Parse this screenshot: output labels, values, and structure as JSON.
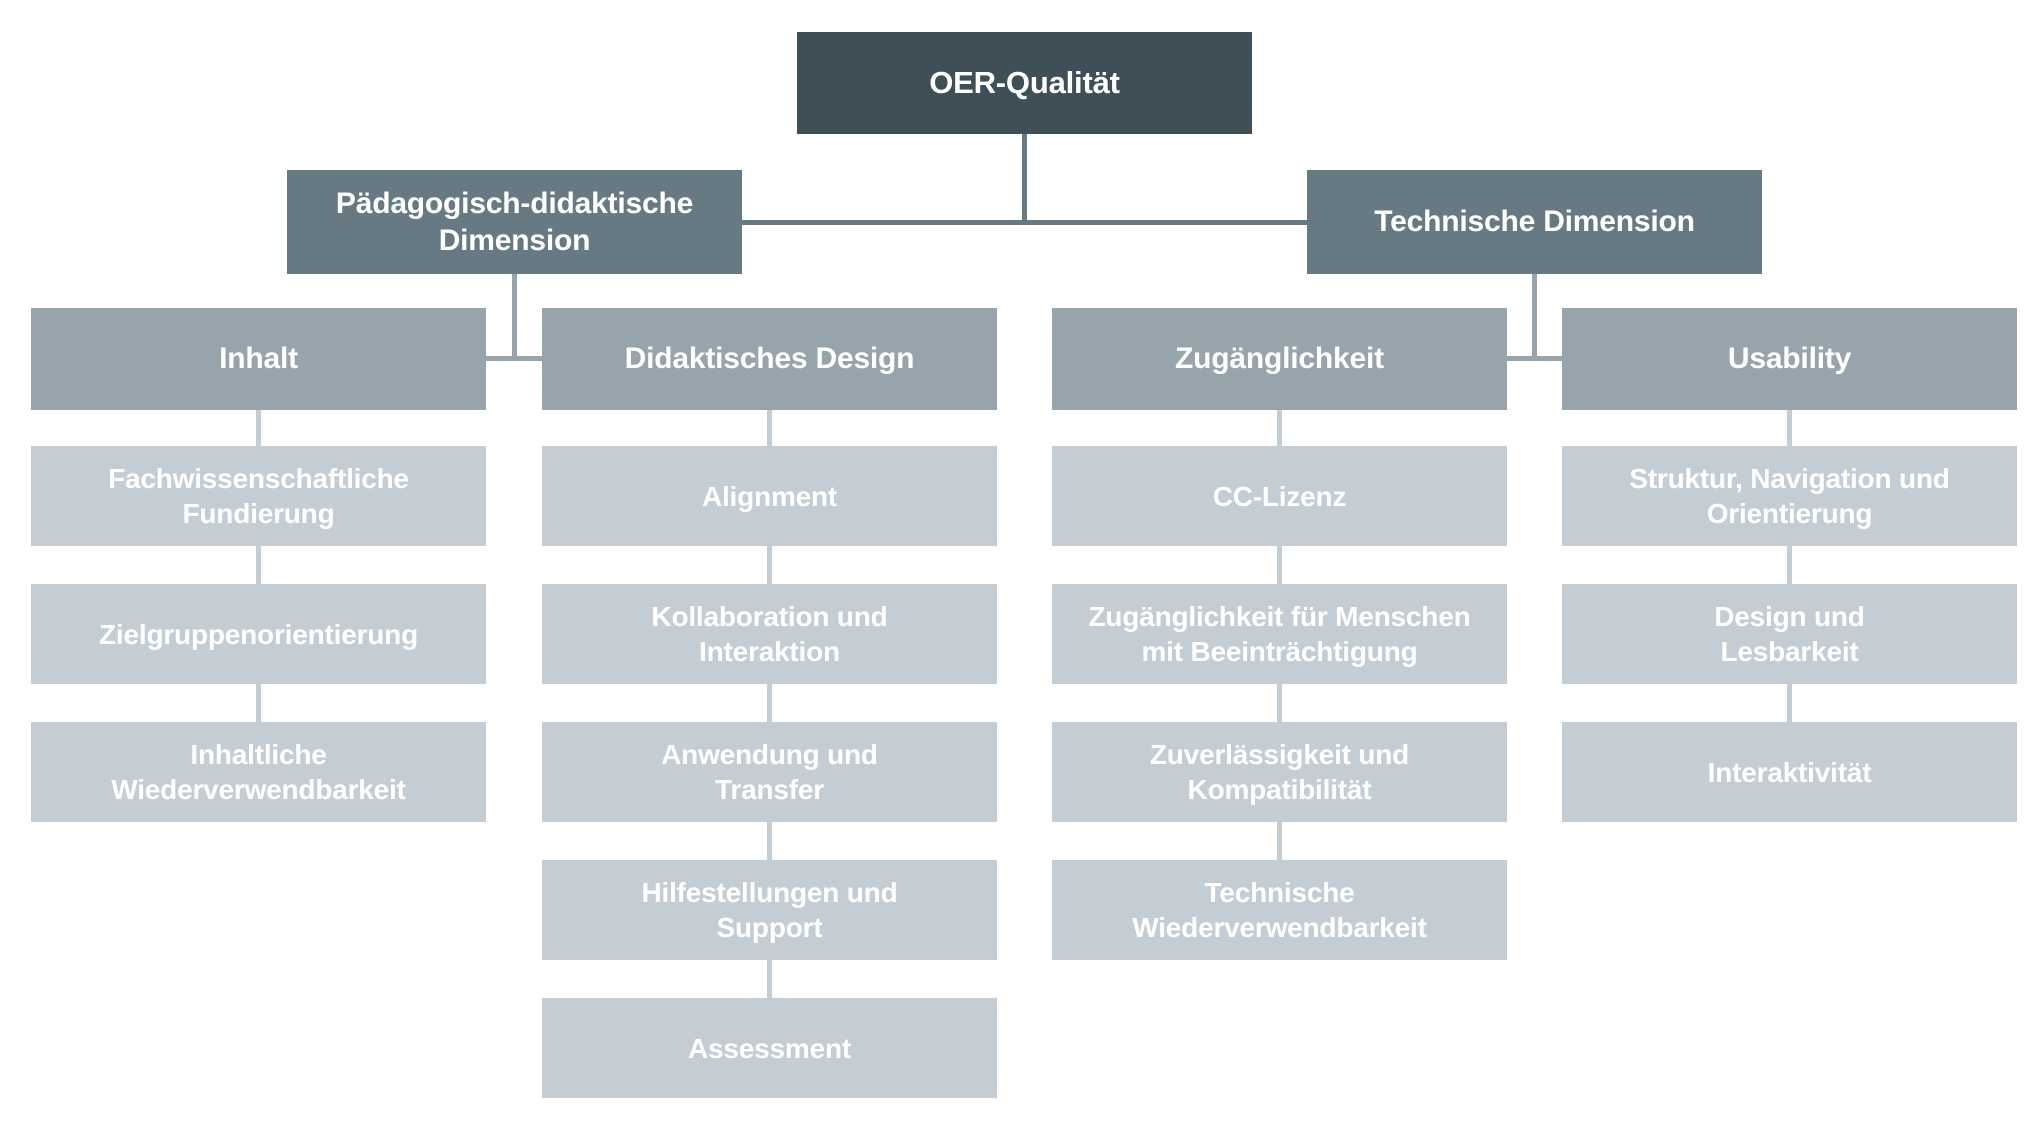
{
  "title": "OER-Qualität Diagramm",
  "colors": {
    "level1_box": "#3e4f58",
    "level2_box": "#677a83",
    "level3_box": "#97a4ab",
    "level4_box": "#c3cdd3",
    "text": "#ffffff",
    "background": "#ffffff"
  },
  "tree": {
    "label": "OER-Qualität",
    "children": [
      {
        "label": "Pädagogisch-didaktische\nDimension",
        "children": [
          {
            "label": "Inhalt",
            "children": [
              {
                "label": "Fachwissenschaftliche\nFundierung"
              },
              {
                "label": "Zielgruppenorientierung"
              },
              {
                "label": "Inhaltliche\nWiederverwendbarkeit"
              }
            ]
          },
          {
            "label": "Didaktisches Design",
            "children": [
              {
                "label": "Alignment"
              },
              {
                "label": "Kollaboration und\nInteraktion"
              },
              {
                "label": "Anwendung und\nTransfer"
              },
              {
                "label": "Hilfestellungen und\nSupport"
              },
              {
                "label": "Assessment"
              }
            ]
          }
        ]
      },
      {
        "label": "Technische Dimension",
        "children": [
          {
            "label": "Zugänglichkeit",
            "children": [
              {
                "label": "CC-Lizenz"
              },
              {
                "label": "Zugänglichkeit für Menschen\nmit Beeinträchtigung"
              },
              {
                "label": "Zuverlässigkeit und\nKompatibilität"
              },
              {
                "label": "Technische\nWiederverwendbarkeit"
              }
            ]
          },
          {
            "label": "Usability",
            "children": [
              {
                "label": "Struktur, Navigation und\nOrientierung"
              },
              {
                "label": "Design und\nLesbarkeit"
              },
              {
                "label": "Interaktivität"
              }
            ]
          }
        ]
      }
    ]
  }
}
